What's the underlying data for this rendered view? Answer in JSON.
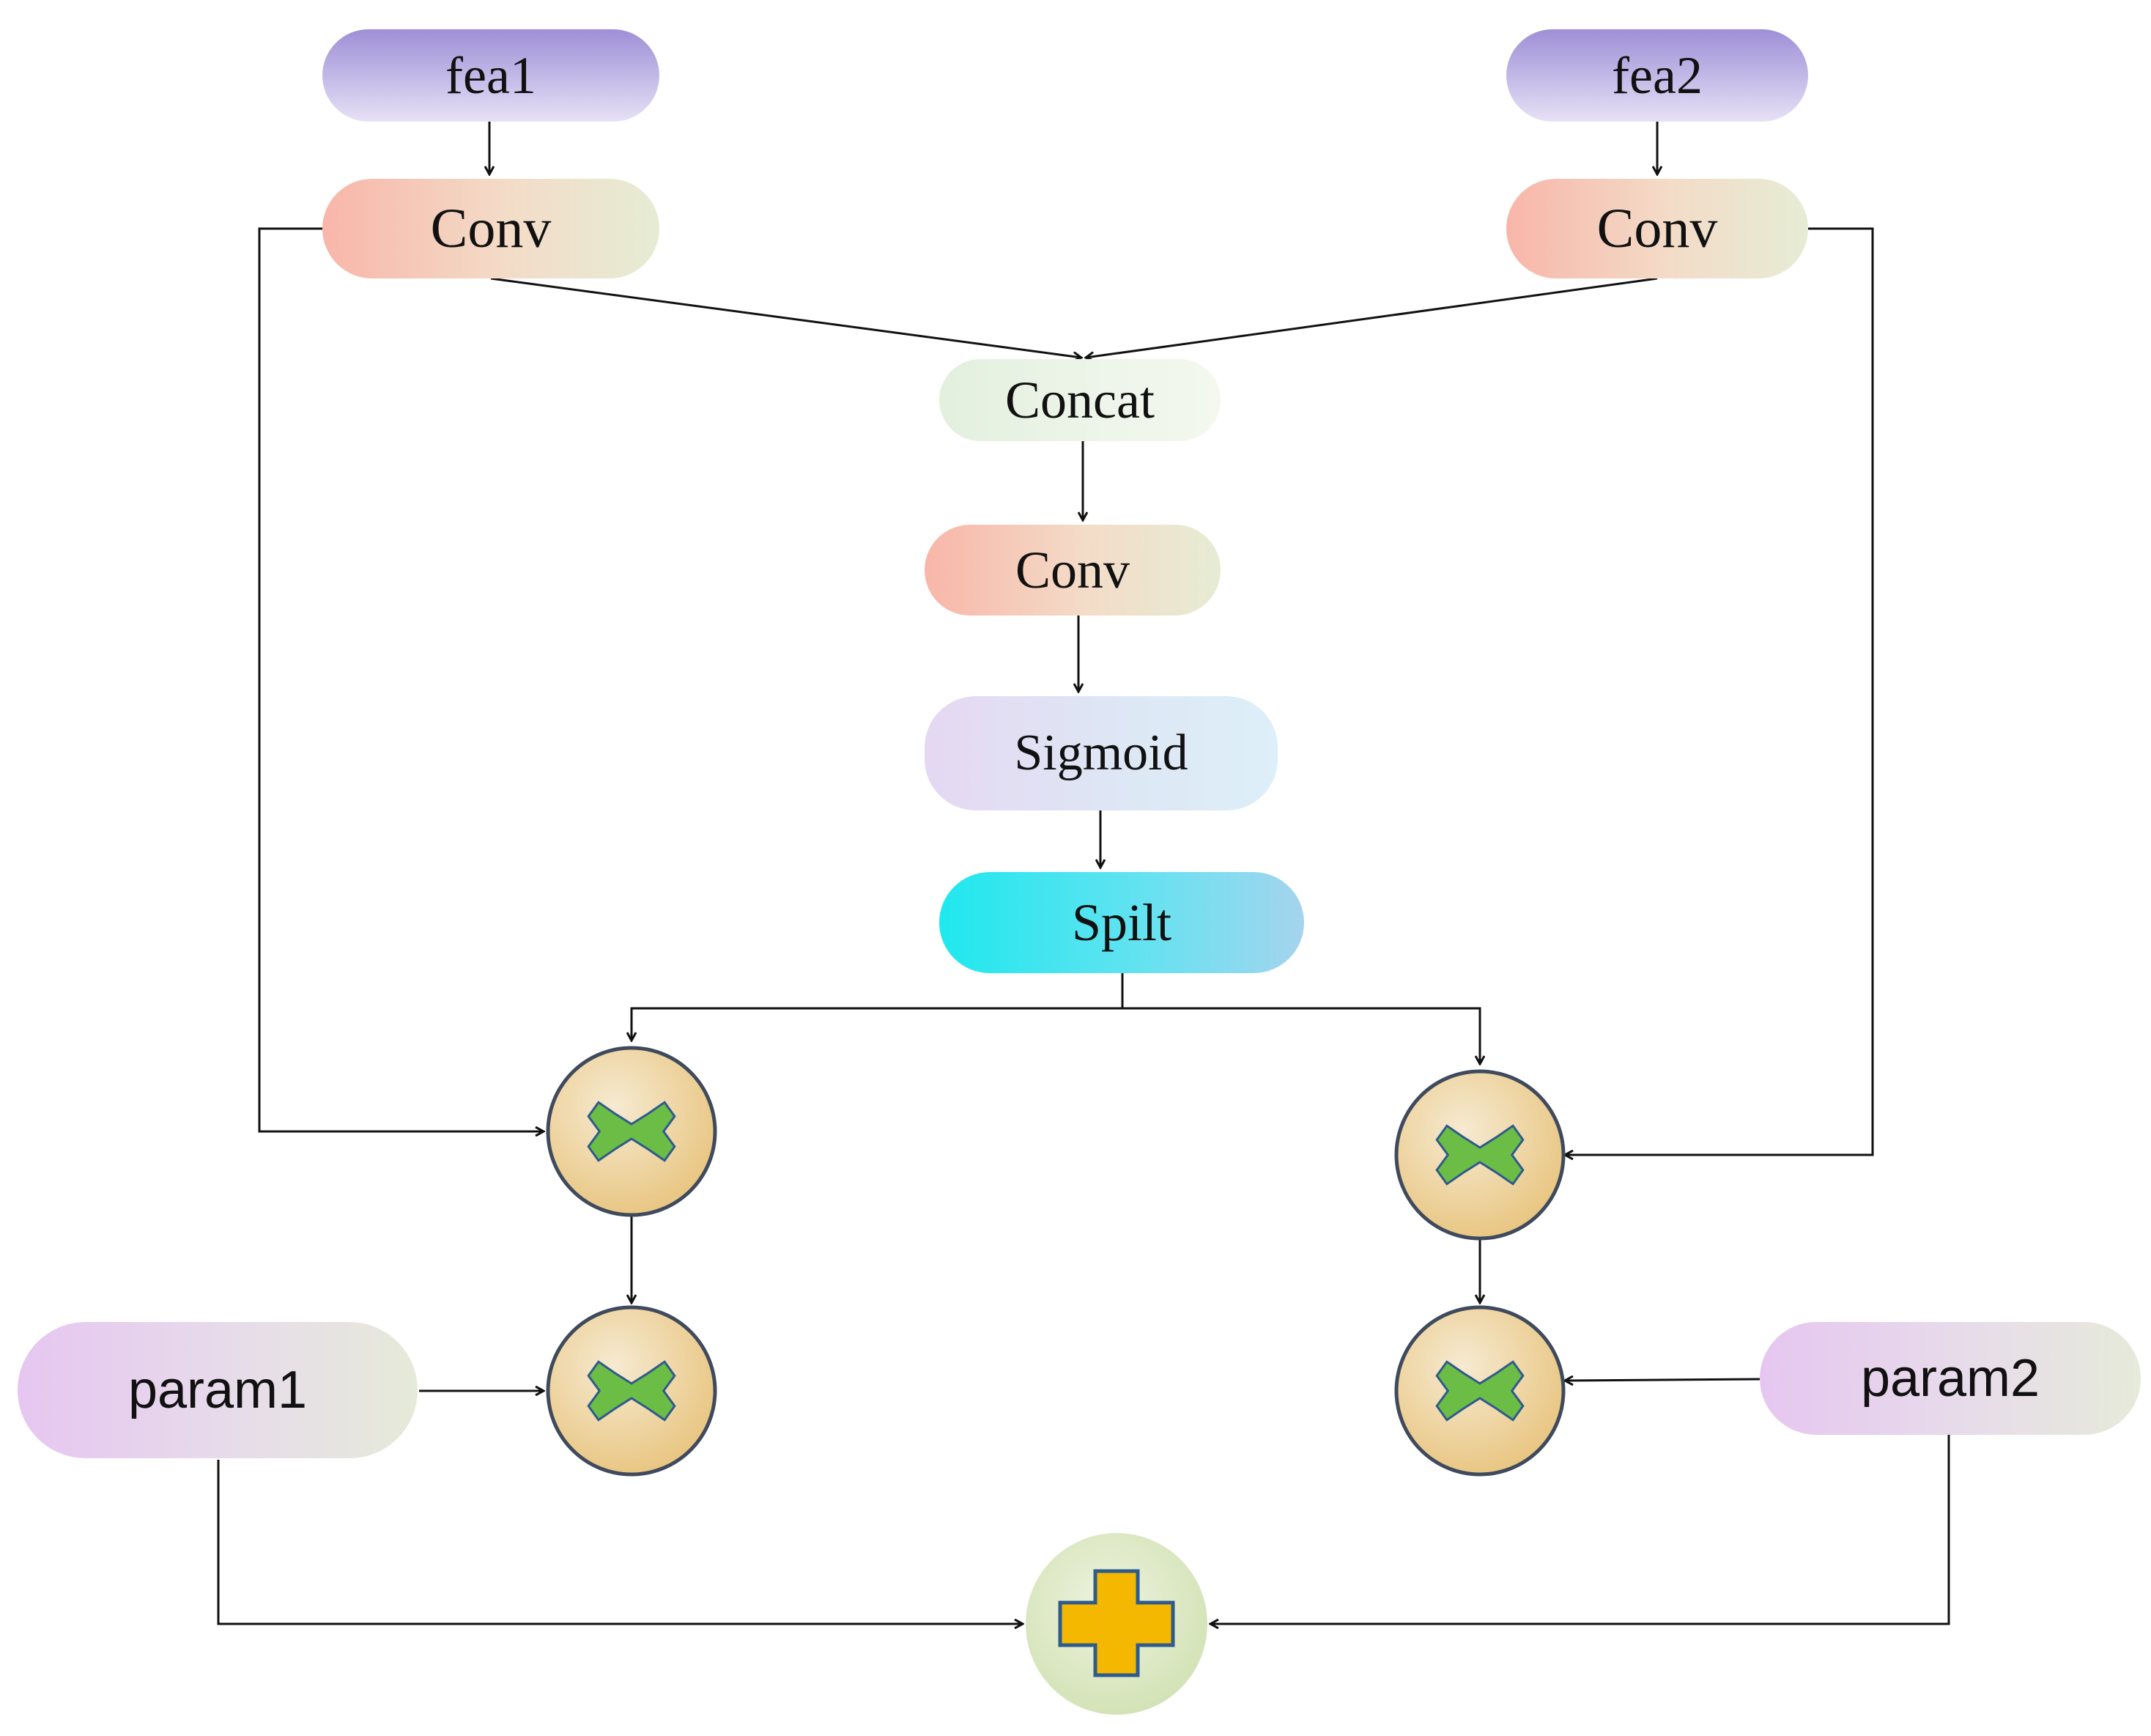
{
  "nodes": {
    "fea1": "fea1",
    "fea2": "fea2",
    "conv_left": "Conv",
    "conv_right": "Conv",
    "concat": "Concat",
    "conv_mid": "Conv",
    "sigmoid": "Sigmoid",
    "split": "Spilt",
    "param1": "param1",
    "param2": "param2"
  },
  "operators": {
    "multiply": "multiply-icon",
    "add": "plus-icon"
  },
  "colors": {
    "multiply_fill": "#6cbd45",
    "add_fill": "#f5b800",
    "line": "#111111"
  }
}
